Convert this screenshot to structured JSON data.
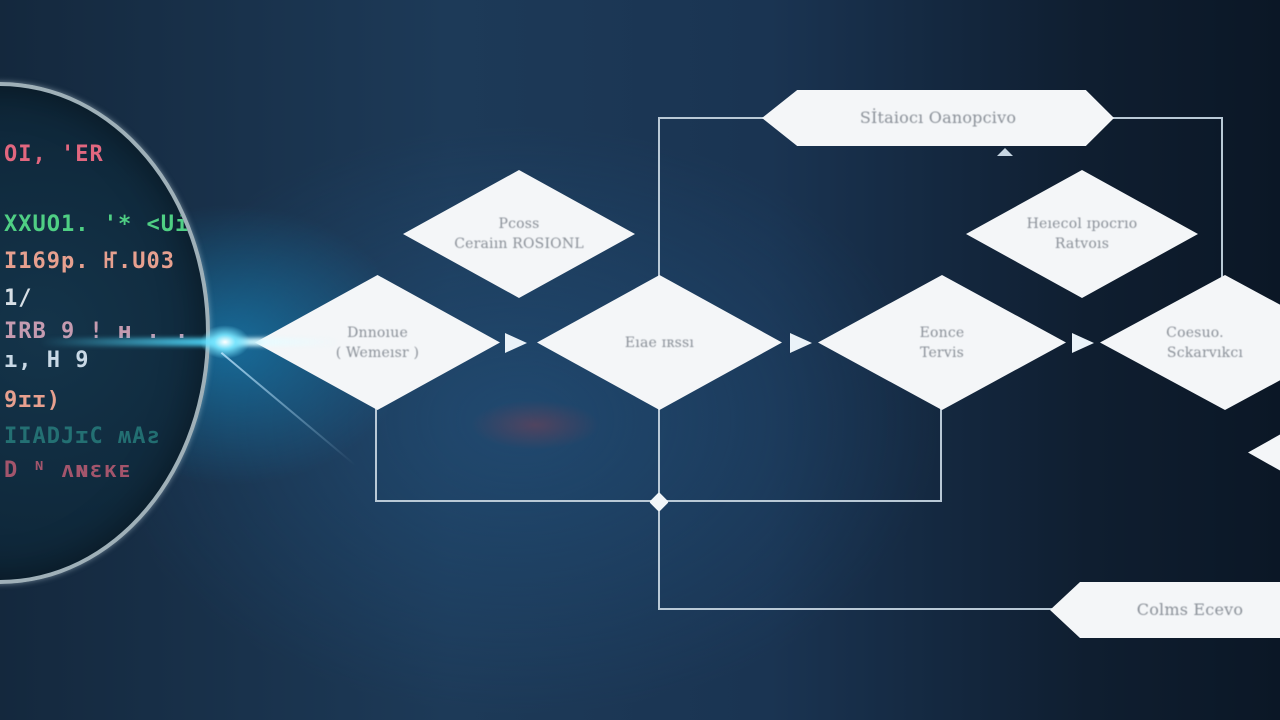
{
  "diagram": {
    "type": "flowchart",
    "style": "dark-blue tech illustration with magnifier lens over code",
    "colors": {
      "background_left": "#14283d",
      "background_mid": "#1d3a58",
      "background_right": "#0b1726",
      "shape_fill": "#f4f6f8",
      "shape_text": "#8a9098",
      "connector": "#b9c9d6",
      "glow": "#3fd0ff"
    },
    "lens": {
      "code_lines": [
        {
          "text": "OI, 'ЕR",
          "color": "#e2677f"
        },
        {
          "text": "XXUO1. '* <Ui",
          "color": "#4fcf84"
        },
        {
          "text": "I169p. Ҥ.U03",
          "color": "#e7a08f"
        },
        {
          "text": "1/",
          "color": "#d8e0e6"
        },
        {
          "text": "IRB 9 ! ʜ . .",
          "color": "#c59bb0"
        },
        {
          "text": "ı, H 9",
          "color": "#c9d9e6"
        },
        {
          "text": "9ɪɪ)",
          "color": "#e7a08f"
        },
        {
          "text": "IIADJɪC  ʍAƨ",
          "color": "#2c8c88"
        },
        {
          "text": "D  ᴺ  ʌɴɛᴋᴇ",
          "color": "#e2677f"
        }
      ]
    },
    "nodes": {
      "top_bar": {
        "label": "Sİtaiocı Oanopcivo"
      },
      "top_left": {
        "line1": "Pcoss",
        "line2": "Ceraiın ROSIONL"
      },
      "top_right": {
        "line1": "Heıecol ɪpocrıo",
        "line2": "Ratvoıs"
      },
      "main_1": {
        "line1": "Dnnoıue",
        "line2": "( Wemeısr )"
      },
      "main_2": {
        "line1": "Eıae ɪʀssı",
        "line2": ""
      },
      "main_3": {
        "line1": "Eonce",
        "line2": "Tervis"
      },
      "main_4": {
        "line1": "Coesuo.",
        "line2": "Sckarvıkcı"
      },
      "bottom_bar": {
        "label": "Colms Ecevo"
      }
    }
  }
}
